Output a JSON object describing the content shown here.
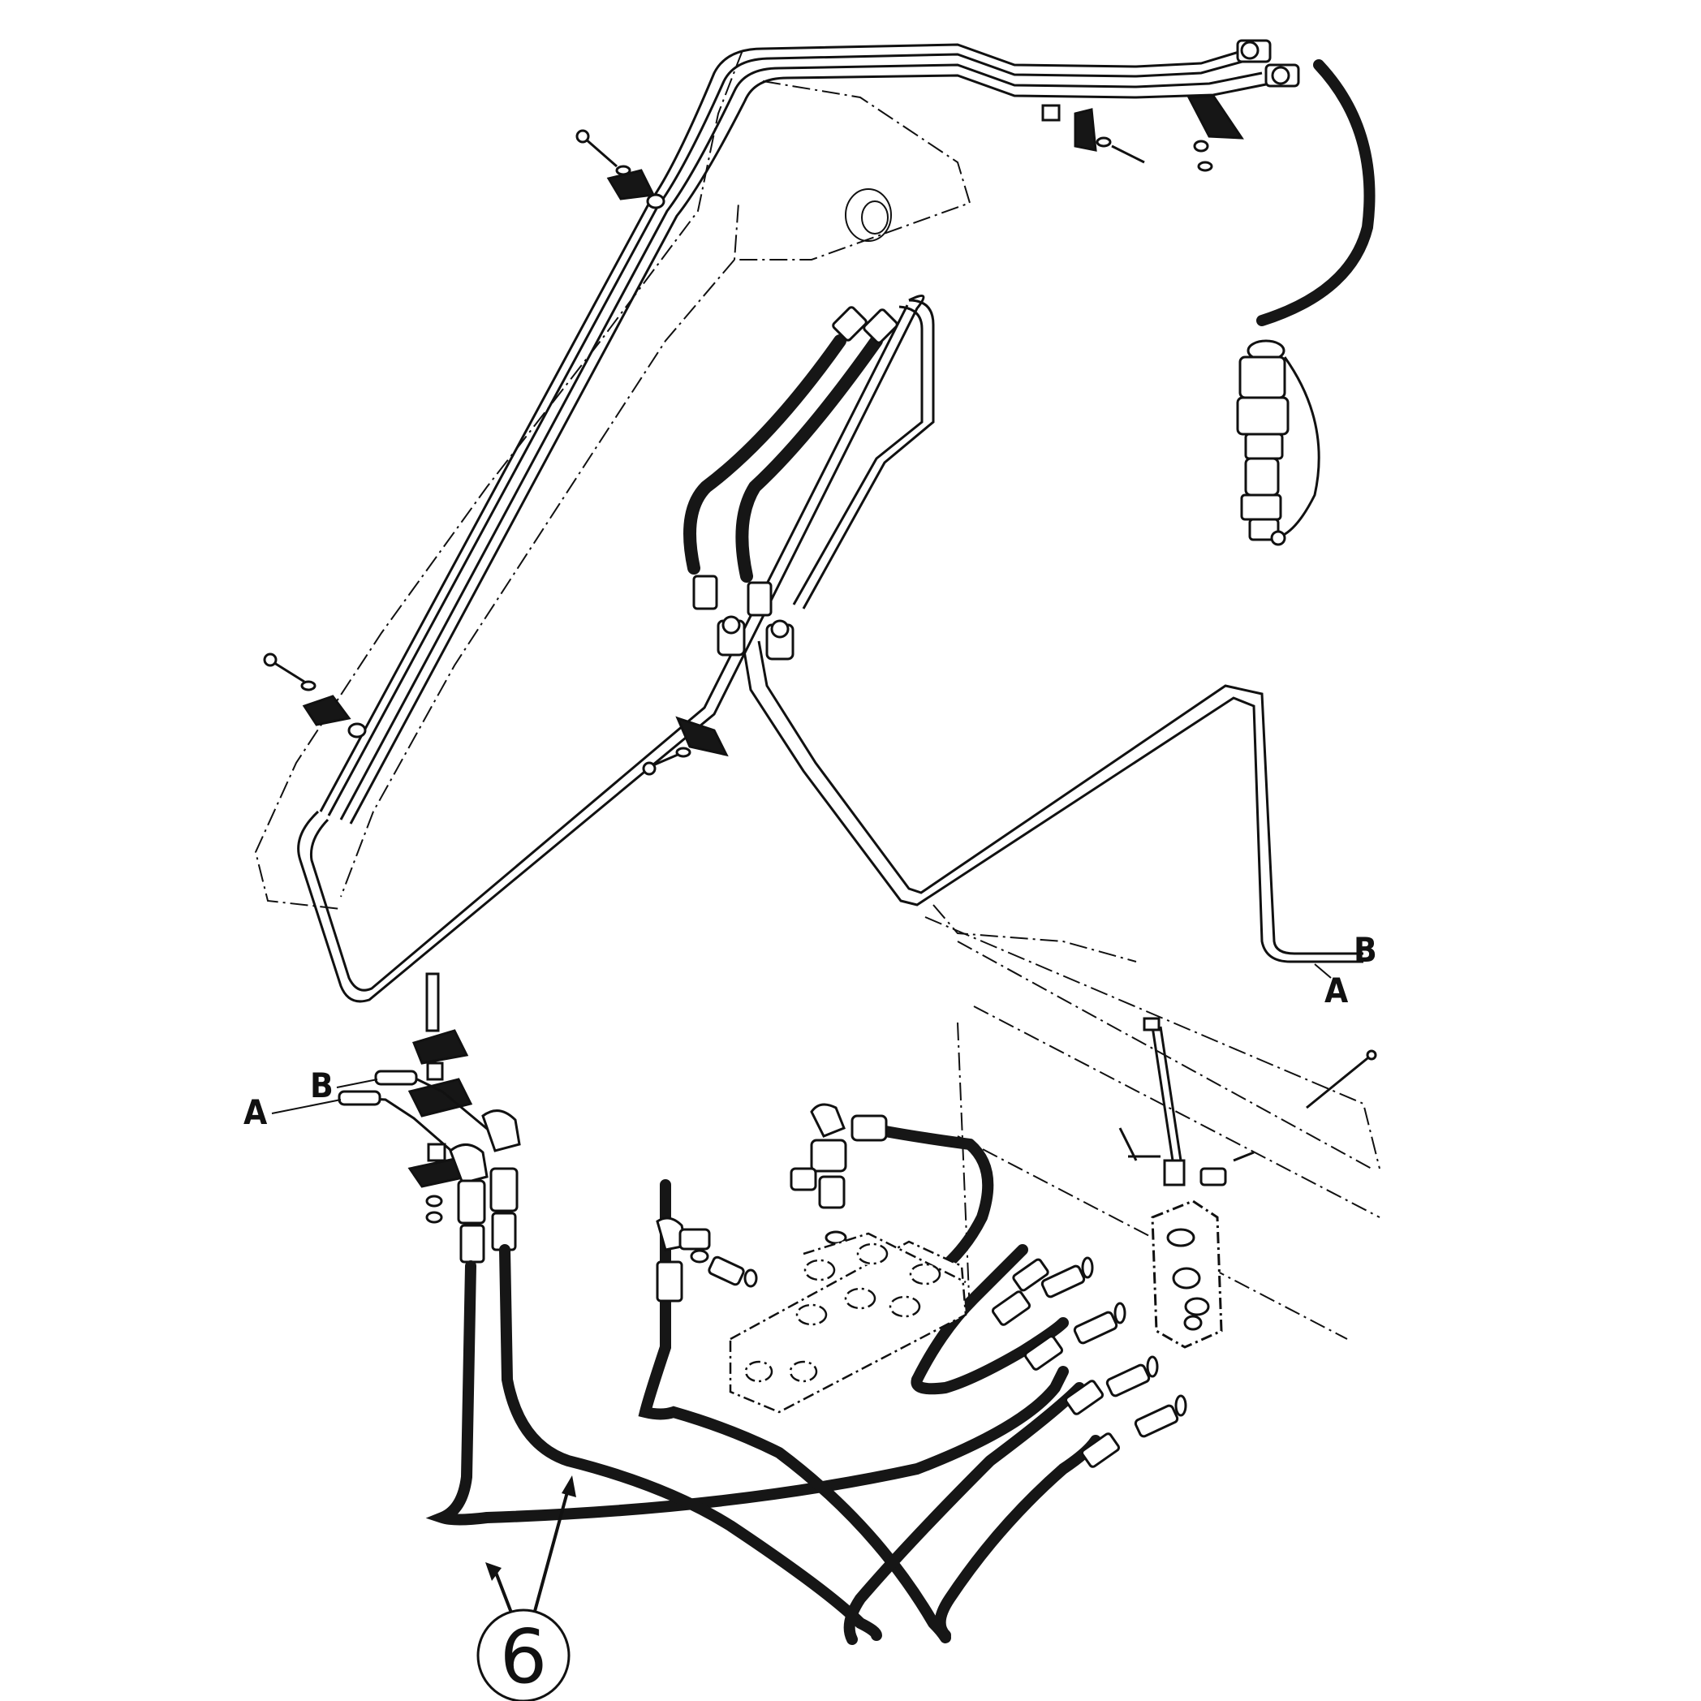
{
  "diagram": {
    "colors": {
      "ink": "#111111",
      "hose": "#161616",
      "paper": "#ffffff"
    },
    "labels": {
      "a_right": "A",
      "b_right": "B",
      "a_left": "A",
      "b_left": "B"
    },
    "callout": {
      "number": "6"
    }
  }
}
